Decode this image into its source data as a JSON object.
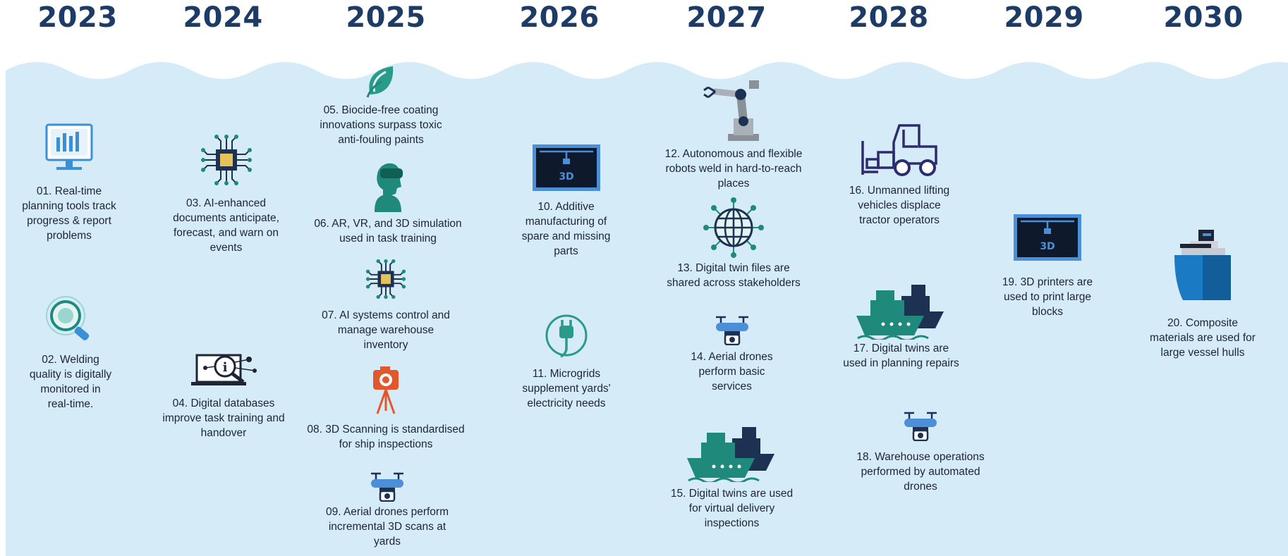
{
  "years": [
    "2023",
    "2024",
    "2025",
    "2026",
    "2027",
    "2028",
    "2029",
    "2030"
  ],
  "items": [
    {
      "id": "01",
      "icon": "monitor-chart-icon",
      "text": "01. Real-time planning tools track progress & report problems"
    },
    {
      "id": "02",
      "icon": "magnifier-icon",
      "text": "02. Welding quality is digitally monitored in real-time."
    },
    {
      "id": "03",
      "icon": "ai-chip-icon",
      "text": "03. AI-enhanced documents anticipate, forecast, and warn on events"
    },
    {
      "id": "04",
      "icon": "laptop-info-icon",
      "text": "04. Digital databases improve task training and handover"
    },
    {
      "id": "05",
      "icon": "leaf-icon",
      "text": "05. Biocide-free coating innovations surpass toxic anti-fouling paints"
    },
    {
      "id": "06",
      "icon": "vr-headset-person-icon",
      "text": "06. AR, VR, and 3D simulation used in task training"
    },
    {
      "id": "07",
      "icon": "ai-chip-icon",
      "text": "07. AI systems control and manage warehouse inventory"
    },
    {
      "id": "08",
      "icon": "camera-tripod-icon",
      "text": "08. 3D Scanning is standardised for ship inspections"
    },
    {
      "id": "09",
      "icon": "drone-camera-icon",
      "text": "09. Aerial drones perform incremental 3D scans at yards"
    },
    {
      "id": "10",
      "icon": "3d-printer-icon",
      "text": "10. Additive manufacturing of spare and missing parts"
    },
    {
      "id": "11",
      "icon": "plug-icon",
      "text": "11. Microgrids supplement yards' electricity needs"
    },
    {
      "id": "12",
      "icon": "robot-arm-icon",
      "text": "12. Autonomous and flexible robots weld in hard-to-reach places"
    },
    {
      "id": "13",
      "icon": "globe-network-icon",
      "text": "13. Digital twin files are shared across stakeholders"
    },
    {
      "id": "14",
      "icon": "drone-camera-icon",
      "text": "14. Aerial drones perform basic services"
    },
    {
      "id": "15",
      "icon": "twin-ships-icon",
      "text": "15. Digital twins are used for virtual delivery inspections"
    },
    {
      "id": "16",
      "icon": "forklift-icon",
      "text": "16. Unmanned lifting vehicles displace tractor operators"
    },
    {
      "id": "17",
      "icon": "twin-ships-icon",
      "text": "17. Digital twins are used in planning repairs"
    },
    {
      "id": "18",
      "icon": "drone-camera-icon",
      "text": "18. Warehouse operations performed by automated drones"
    },
    {
      "id": "19",
      "icon": "3d-printer-icon",
      "text": "19. 3D printers are used to print large blocks"
    },
    {
      "id": "20",
      "icon": "ship-hull-icon",
      "text": "20. Composite materials are used for large vessel hulls"
    }
  ],
  "icon_glyphs": {
    "3d-printer-icon": "3D"
  },
  "colors": {
    "water": "#d6ebf8",
    "year": "#1c3b66",
    "teal": "#1f8a7c",
    "navy": "#1d3152",
    "blue": "#4a8fd8",
    "orange": "#e3572e"
  }
}
